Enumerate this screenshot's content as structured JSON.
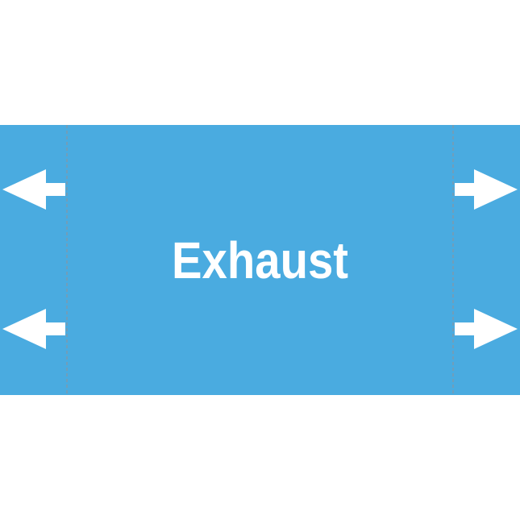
{
  "marker": {
    "label": "Exhaust",
    "background_color": "#4aabe0",
    "text_color": "#ffffff",
    "cut_line_color": "#8a95a0"
  },
  "arrows": {
    "left": {
      "icon": "arrow-left-icon",
      "count": 2
    },
    "right": {
      "icon": "arrow-right-icon",
      "count": 2
    }
  }
}
